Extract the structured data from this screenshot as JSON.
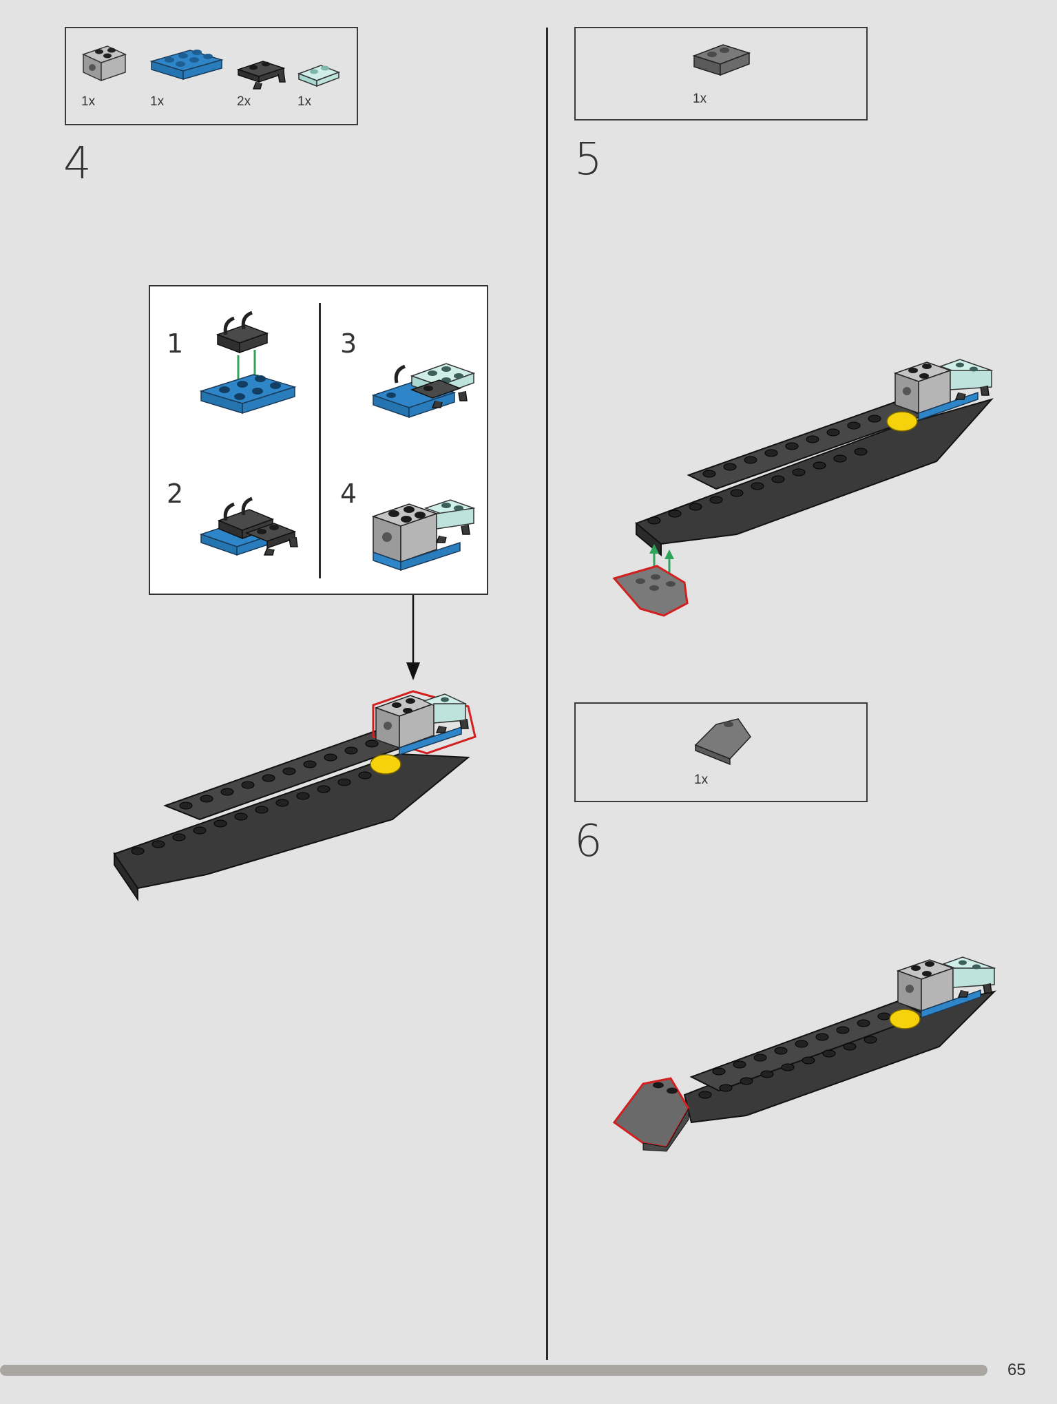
{
  "step4": {
    "number": "4",
    "parts": [
      {
        "name": "light-grey-brick-with-hole",
        "qty": "1x"
      },
      {
        "name": "blue-plate-2x3",
        "qty": "1x"
      },
      {
        "name": "dark-grey-plate-with-clips",
        "qty": "2x"
      },
      {
        "name": "trans-light-blue-plate",
        "qty": "1x"
      }
    ],
    "substeps": [
      "1",
      "2",
      "3",
      "4"
    ]
  },
  "step5": {
    "number": "5",
    "parts": [
      {
        "name": "dark-grey-inverted-slope",
        "qty": "1x"
      }
    ]
  },
  "step6": {
    "number": "6",
    "parts": [
      {
        "name": "dark-grey-slope",
        "qty": "1x"
      }
    ]
  },
  "page_number": "65",
  "colors": {
    "background": "#e3e3e3",
    "dark_brick": "#3a3a3a",
    "blue_brick": "#2e86c9",
    "light_grey_brick": "#a8a8a8",
    "trans_light_blue": "#bfe6df",
    "yellow": "#f5d20c",
    "highlight_red": "#d21f1f",
    "arrow_green": "#2fa35a",
    "progress_track": "#a9a6a1"
  }
}
